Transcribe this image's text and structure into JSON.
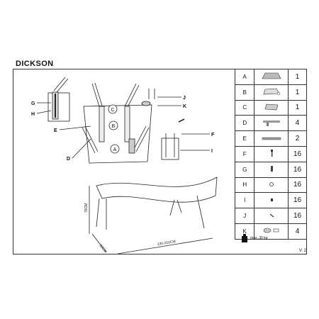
{
  "title": "DICKSON",
  "version": "V. 2",
  "parts": [
    {
      "letter": "A",
      "icon": "tabletop-icon",
      "qty": "1"
    },
    {
      "letter": "B",
      "icon": "frame-icon",
      "qty": "1"
    },
    {
      "letter": "C",
      "icon": "plate-icon",
      "qty": "1"
    },
    {
      "letter": "D",
      "icon": "bracket-icon",
      "qty": "4"
    },
    {
      "letter": "E",
      "icon": "rail-icon",
      "qty": "2"
    },
    {
      "letter": "F",
      "icon": "bolt-icon",
      "qty": "16"
    },
    {
      "letter": "G",
      "icon": "screw-icon",
      "qty": "16"
    },
    {
      "letter": "H",
      "icon": "washer-icon",
      "qty": "16"
    },
    {
      "letter": "I",
      "icon": "nut-icon",
      "qty": "16"
    },
    {
      "letter": "J",
      "icon": "pin-icon",
      "qty": "16"
    },
    {
      "letter": "K",
      "icon": "allen-key-icon",
      "qty": "4"
    }
  ],
  "max_load": "max. 30 kg",
  "dimensions": {
    "height": "76CM",
    "depth": "90CM",
    "length": "130-210CM"
  },
  "assembly_labels": {
    "G": "G",
    "H": "H",
    "E": "E",
    "D": "D",
    "C": "C",
    "B": "B",
    "A": "A",
    "J": "J",
    "K": "K",
    "F": "F",
    "I": "I"
  }
}
